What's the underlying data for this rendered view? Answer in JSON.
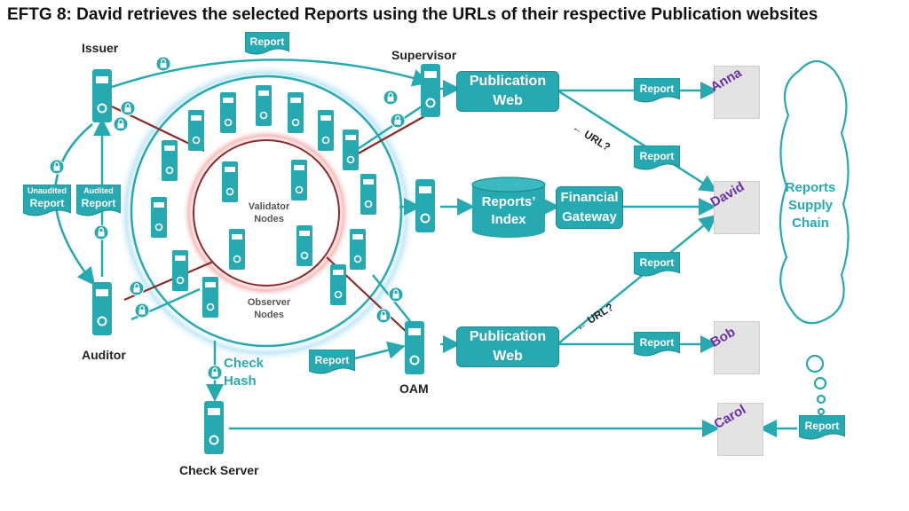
{
  "title": "EFTG 8: David retrieves the selected Reports using the URLs of their respective Publication websites",
  "roles": {
    "issuer": "Issuer",
    "supervisor": "Supervisor",
    "auditor": "Auditor",
    "oam": "OAM",
    "check_server": "Check Server"
  },
  "nodes": {
    "validator": "Validator Nodes",
    "observer": "Observer Nodes"
  },
  "boxes": {
    "publication_web_top": "Publication Web",
    "publication_web_bottom": "Publication Web",
    "financial_gateway": "Financial Gateway",
    "reports_index": "Reports’ Index"
  },
  "documents": {
    "report_issuer": "Report",
    "unaudited_report_top": "Unaudited",
    "unaudited_report_bottom": "Report",
    "audited_report_top": "Audited",
    "audited_report_bottom": "Report",
    "report_anna": "Report",
    "report_url_top": "Report",
    "report_url_bottom": "Report",
    "report_bob": "Report",
    "report_oam": "Report",
    "report_carol": "Report"
  },
  "annotations": {
    "url_top": "← URL?",
    "url_bottom": "← URL?",
    "check_hash": "Check Hash",
    "supply_chain": "Reports Supply Chain"
  },
  "users": {
    "anna": "Anna",
    "david": "David",
    "bob": "Bob",
    "carol": "Carol"
  },
  "colors": {
    "teal": "#26a9b1",
    "dark_red": "#8b2a2a",
    "purple": "#6a2fa8",
    "glow_blue": "#9fd8ef",
    "glow_red": "#f2a0a0"
  }
}
